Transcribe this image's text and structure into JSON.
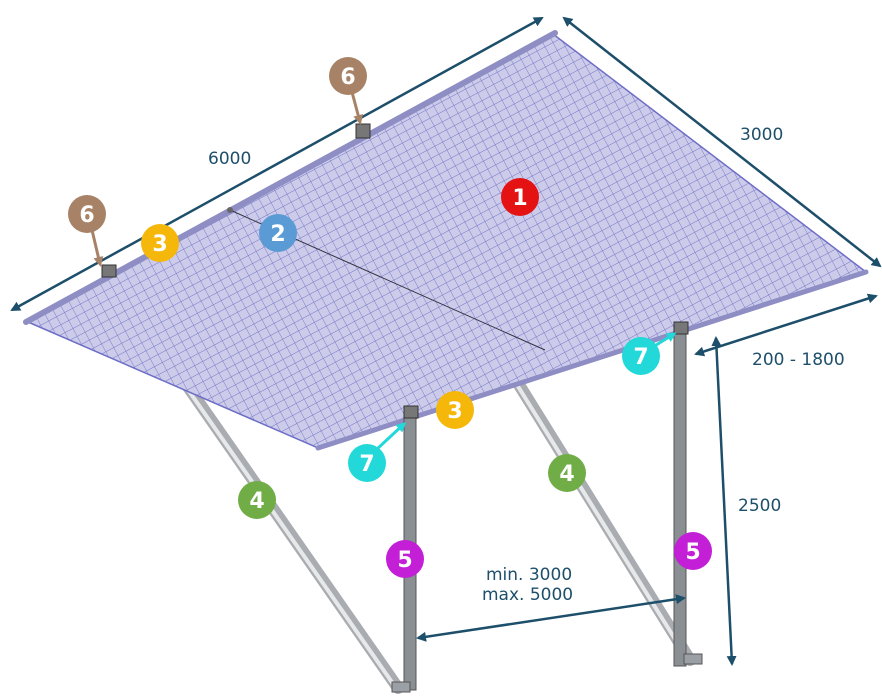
{
  "dimensions": {
    "length": "6000",
    "width": "3000",
    "offset": "200 - 1800",
    "height": "2500",
    "spacing_min": "min. 3000",
    "spacing_max": "max. 5000"
  },
  "callouts": [
    {
      "label": "1",
      "color": "#e41212"
    },
    {
      "label": "2",
      "color": "#5b9bd5"
    },
    {
      "label": "3",
      "color": "#f5b80a"
    },
    {
      "label": "3",
      "color": "#f5b80a"
    },
    {
      "label": "4",
      "color": "#70ad47"
    },
    {
      "label": "4",
      "color": "#70ad47"
    },
    {
      "label": "5",
      "color": "#c21fd6"
    },
    {
      "label": "5",
      "color": "#c21fd6"
    },
    {
      "label": "6",
      "color": "#a88266"
    },
    {
      "label": "6",
      "color": "#a88266"
    },
    {
      "label": "7",
      "color": "#22d8d8"
    },
    {
      "label": "7",
      "color": "#22d8d8"
    }
  ],
  "colors": {
    "dimension_line": "#1d4f6b",
    "net_fill": "#c8c8e6",
    "net_line": "#6e6ec8",
    "pole": "#b8bcc0"
  }
}
